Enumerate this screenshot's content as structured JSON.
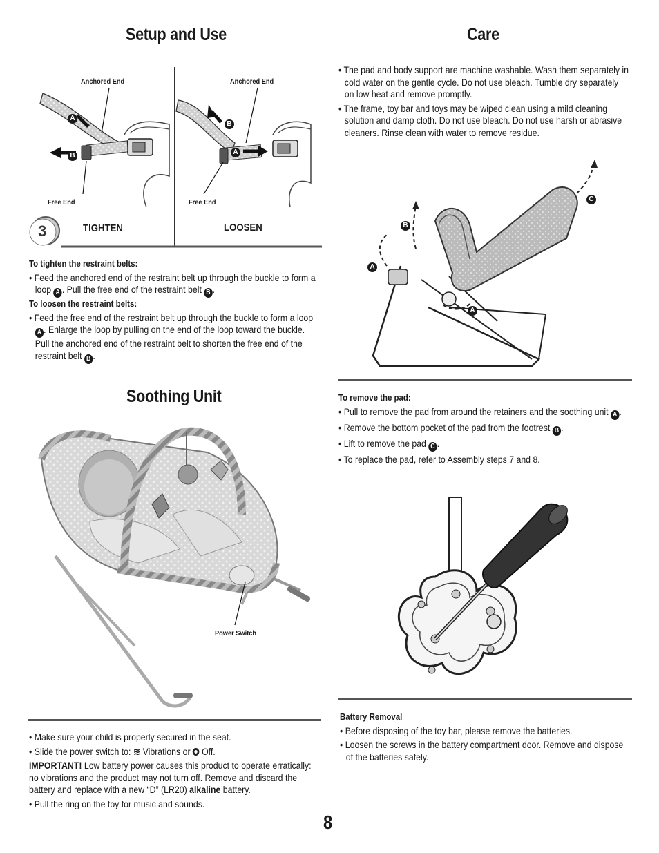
{
  "setup": {
    "title": "Setup and Use",
    "labels": {
      "anchored_left": "Anchored End",
      "anchored_right": "Anchored End",
      "free_left": "Free End",
      "free_right": "Free End"
    },
    "step_number": "3",
    "tighten": "TIGHTEN",
    "loosen": "LOOSEN",
    "tighten_heading": "To tighten the restraint belts:",
    "tighten_bullet_a": "Feed the anchored end of the restraint belt up through the buckle to form a loop",
    "tighten_bullet_b": ". Pull the free end of the restraint belt",
    "tighten_bullet_c": ".",
    "loosen_heading": "To loosen the restraint belts:",
    "loosen_bullet_a": "Feed the free end of the restraint belt up through the buckle to form a loop",
    "loosen_bullet_b": ". Enlarge the loop by pulling on the end of the loop toward the buckle. Pull the anchored end of the restraint belt to shorten the free end of the restraint belt",
    "loosen_bullet_c": "."
  },
  "badges": {
    "a": "A",
    "b": "B",
    "c": "C"
  },
  "care": {
    "title": "Care",
    "bullet1": "The pad and body support are machine washable. Wash them separately in cold water on the gentle cycle. Do not use bleach. Tumble dry separately on low heat and remove promptly.",
    "bullet2": "The frame, toy bar and toys may be wiped clean using a mild cleaning solution and damp cloth. Do not use bleach. Do not use harsh or abrasive cleaners. Rinse clean with water to remove residue.",
    "remove_heading": "To remove the pad:",
    "remove1_a": "Pull to remove the pad from around the retainers and the soothing unit",
    "remove1_b": ".",
    "remove2_a": "Remove the bottom pocket of the pad from the footrest",
    "remove2_b": ".",
    "remove3_a": "Lift to remove the pad",
    "remove3_b": ".",
    "remove4": "To replace the pad, refer to Assembly steps 7 and 8.",
    "battery_heading": "Battery Removal",
    "battery1": "Before disposing of the toy bar, please remove the batteries.",
    "battery2": "Loosen the screws in the battery compartment door. Remove and dispose of the batteries safely."
  },
  "soothing": {
    "title": "Soothing Unit",
    "power_switch": "Power Switch",
    "bullet1": "Make sure your child is properly secured in the seat.",
    "bullet2_a": "Slide the power switch to:",
    "bullet2_b": "Vibrations or",
    "bullet2_c": "Off.",
    "important_label": "IMPORTANT!",
    "important_a": "Low battery power causes this product to operate erratically: no vibrations and the product may not turn off. Remove and discard the battery and replace with a new “D” (LR20)",
    "important_bold": "alkaline",
    "important_b": "battery.",
    "bullet3": "Pull the ring on the toy for music and sounds."
  },
  "page_number": "8"
}
